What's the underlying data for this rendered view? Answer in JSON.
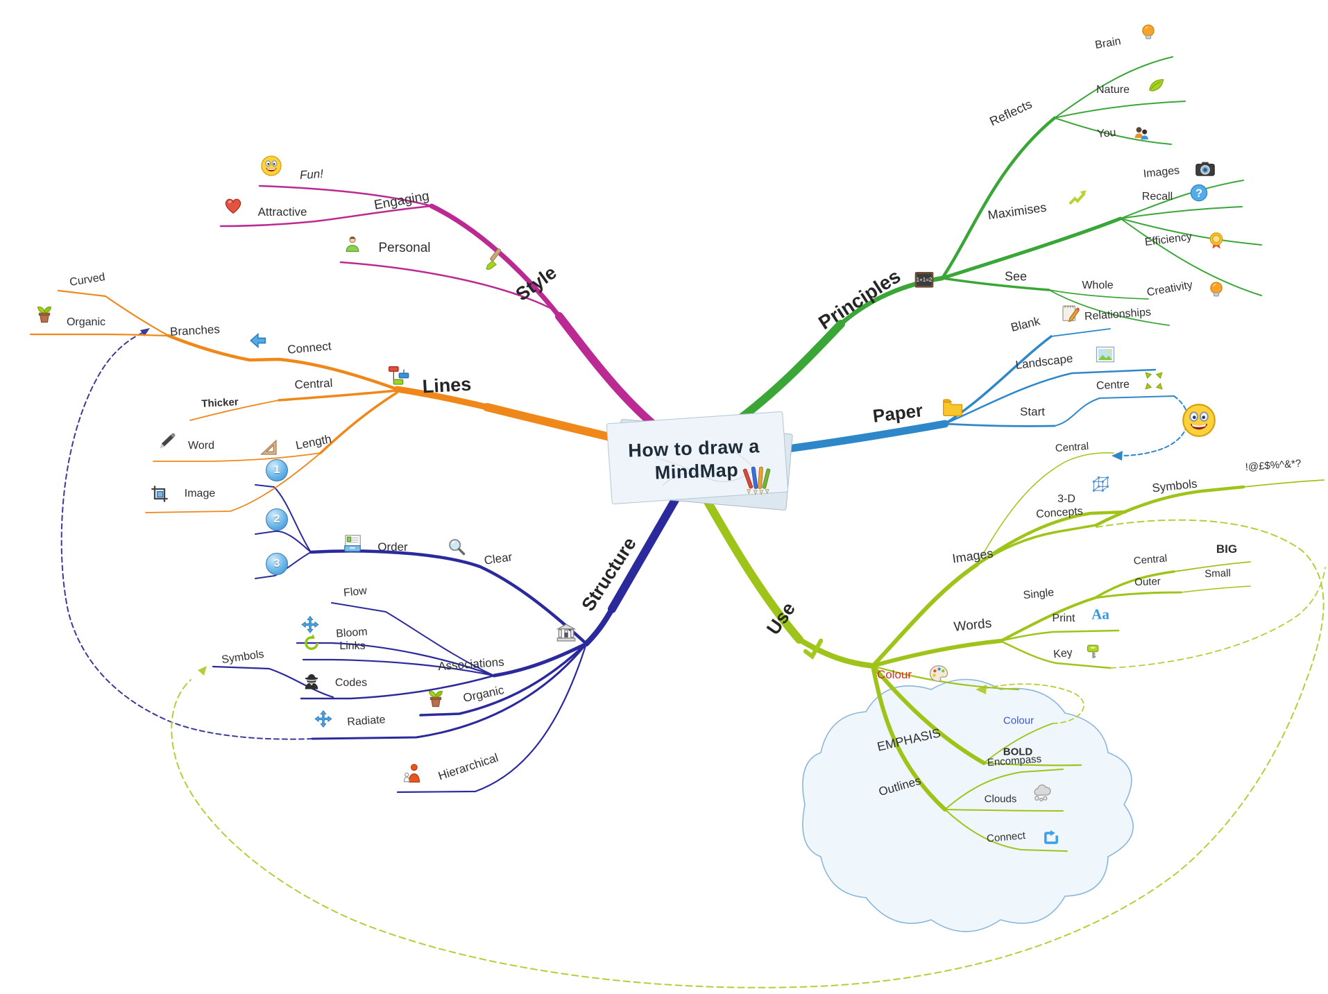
{
  "colors": {
    "principles": "#3aa637",
    "paper": "#2e87c8",
    "use": "#9fc419",
    "style": "#bb2a92",
    "lines": "#f08719",
    "structure": "#2a2a9c",
    "dash_use": "#b7cc3a",
    "dash_structure": "#3a3a9a",
    "dash_paper": "#2e87c8",
    "cloud_stroke": "#8ab6dc",
    "text": "#2e2e2e"
  },
  "center": {
    "title_line1": "How to draw a",
    "title_line2": "MindMap"
  },
  "principles": {
    "label": "Principles",
    "board_text": "1+1=2",
    "reflects": {
      "label": "Reflects",
      "brain": "Brain",
      "nature": "Nature",
      "you": "You"
    },
    "maximises": {
      "label": "Maximises",
      "images": "Images",
      "recall": "Recall",
      "efficiency": "Efficiency",
      "creativity": "Creativity"
    },
    "see": {
      "label": "See",
      "whole": "Whole",
      "relationships": "Relationships"
    }
  },
  "paper": {
    "label": "Paper",
    "blank": "Blank",
    "landscape": "Landscape",
    "start": "Start",
    "centre": "Centre"
  },
  "style": {
    "label": "Style",
    "engaging": {
      "label": "Engaging",
      "fun": "Fun!",
      "attractive": "Attractive"
    },
    "personal": "Personal"
  },
  "lines": {
    "label": "Lines",
    "branches": {
      "label": "Branches",
      "curved": "Curved",
      "organic": "Organic"
    },
    "connect": "Connect",
    "central": {
      "label": "Central",
      "thicker": "Thicker"
    },
    "length": {
      "label": "Length",
      "word": "Word",
      "image": "Image"
    }
  },
  "structure": {
    "label": "Structure",
    "order": {
      "label": "Order",
      "n1": "1",
      "n2": "2",
      "n3": "3"
    },
    "clear": "Clear",
    "associations": {
      "label": "Associations",
      "flow": "Flow",
      "bloom": "Bloom",
      "links": "Links",
      "codes": "Codes",
      "symbols": "Symbols"
    },
    "organic": "Organic",
    "radiate": "Radiate",
    "hierarchical": "Hierarchical"
  },
  "use": {
    "label": "Use",
    "images": {
      "label": "Images",
      "central": "Central",
      "threed": "3-D",
      "concepts": "Concepts",
      "symbols": {
        "label": "Symbols",
        "chars": "!@£$%^&*?"
      }
    },
    "words": {
      "label": "Words",
      "single": {
        "label": "Single",
        "central": "Central",
        "big": "BIG",
        "outer": "Outer",
        "small": "Small"
      },
      "print": {
        "label": "Print",
        "icon_text": "Aa"
      },
      "key": "Key"
    },
    "colour": "Colour",
    "emphasis": {
      "label": "EMPHASIS",
      "colour": "Colour",
      "bold": "BOLD"
    },
    "outlines": {
      "label": "Outlines",
      "encompass": "Encompass",
      "clouds": "Clouds",
      "connect": "Connect"
    }
  },
  "icons": {
    "question_mark": "?"
  }
}
